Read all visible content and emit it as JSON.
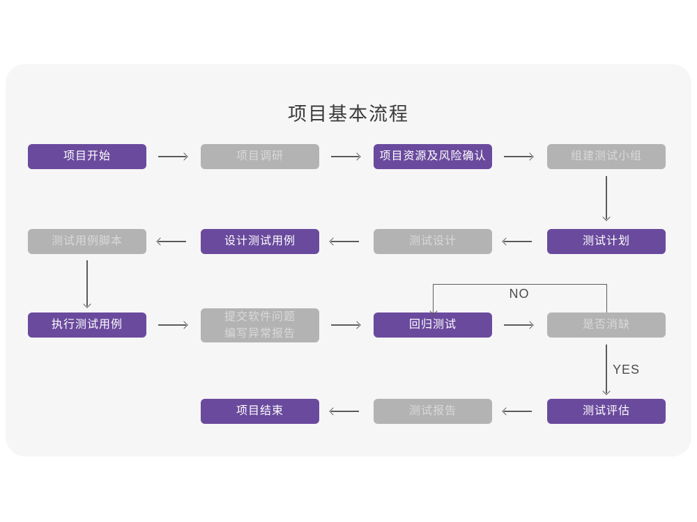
{
  "page": {
    "title": "项目基本流程"
  },
  "flow": {
    "nodes": [
      {
        "id": "project-start",
        "label": "项目开始",
        "type": "purple"
      },
      {
        "id": "project-research",
        "label": "项目调研",
        "type": "gray"
      },
      {
        "id": "resource-risk-confirm",
        "label": "项目资源及风险确认",
        "type": "purple"
      },
      {
        "id": "build-test-team",
        "label": "组建测试小组",
        "type": "gray"
      },
      {
        "id": "test-plan",
        "label": "测试计划",
        "type": "purple"
      },
      {
        "id": "test-design",
        "label": "测试设计",
        "type": "gray"
      },
      {
        "id": "design-test-cases",
        "label": "设计测试用例",
        "type": "purple"
      },
      {
        "id": "test-case-script",
        "label": "测试用例脚本",
        "type": "gray"
      },
      {
        "id": "execute-test-cases",
        "label": "执行测试用例",
        "type": "purple"
      },
      {
        "id": "submit-issue-report",
        "label": "提交软件问题\n编写异常报告",
        "type": "gray"
      },
      {
        "id": "regression-test",
        "label": "回归测试",
        "type": "purple"
      },
      {
        "id": "defect-resolved-decision",
        "label": "是否消缺",
        "type": "gray"
      },
      {
        "id": "test-evaluation",
        "label": "测试评估",
        "type": "purple"
      },
      {
        "id": "test-report",
        "label": "测试报告",
        "type": "gray"
      },
      {
        "id": "project-end",
        "label": "项目结束",
        "type": "purple"
      }
    ],
    "decision": {
      "no": "NO",
      "yes": "YES"
    },
    "colors": {
      "node_purple": "#6a4a9d",
      "node_gray": "#b3b3b3",
      "gray_node_text": "#d9d9d9",
      "purple_node_text": "#ffffff",
      "arrow": "#5a5a5a",
      "card_background": "#f6f6f7",
      "page_background": "#ffffff",
      "title_text": "#3a3a3a"
    }
  }
}
